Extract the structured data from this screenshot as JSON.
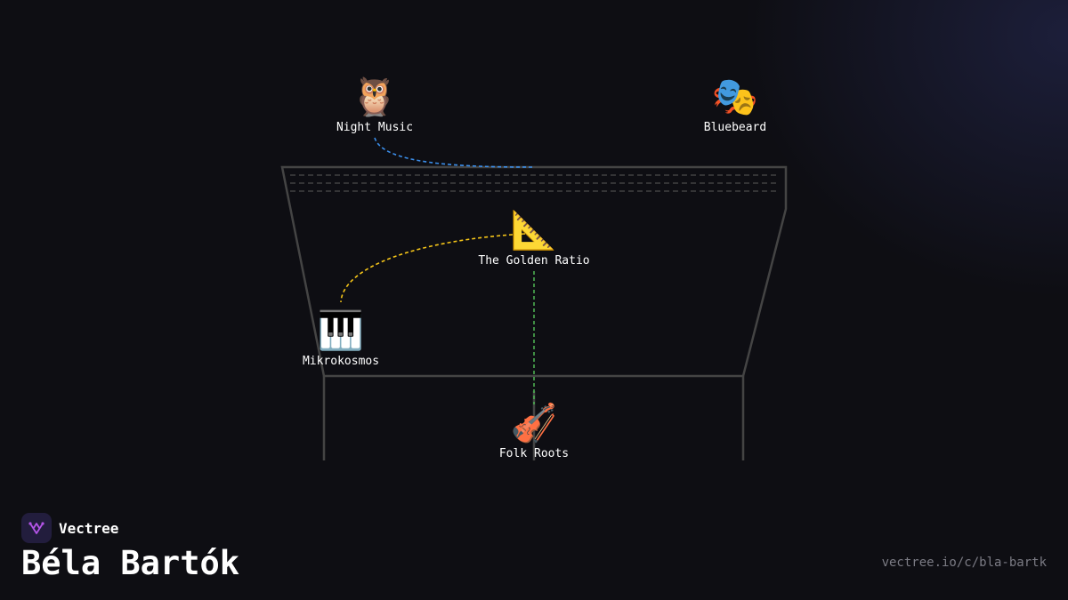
{
  "brand": {
    "name": "Vectree",
    "logo_icon": "vectree-logo-icon",
    "logo_color": "#221d3d",
    "logo_accent": "#b455e8"
  },
  "page": {
    "title": "Béla Bartók",
    "url": "vectree.io/c/bla-bartk"
  },
  "nodes": [
    {
      "id": "night-music",
      "label": "Night Music",
      "icon": "🦉",
      "icon_name": "owl-icon"
    },
    {
      "id": "bluebeard",
      "label": "Bluebeard",
      "icon": "🎭",
      "icon_name": "theater-masks-icon"
    },
    {
      "id": "golden-ratio",
      "label": "The Golden Ratio",
      "icon": "📐",
      "icon_name": "triangular-ruler-icon"
    },
    {
      "id": "mikrokosmos",
      "label": "Mikrokosmos",
      "icon": "🎹",
      "icon_name": "piano-keyboard-icon"
    },
    {
      "id": "folk-roots",
      "label": "Folk Roots",
      "icon": "🎻",
      "icon_name": "violin-icon"
    }
  ],
  "connections": [
    {
      "from": "night-music",
      "to": "golden-ratio",
      "color": "#3b8eea"
    },
    {
      "from": "golden-ratio",
      "to": "mikrokosmos",
      "color": "#f5c518"
    },
    {
      "from": "golden-ratio",
      "to": "folk-roots",
      "color": "#4caf50"
    }
  ],
  "colors": {
    "background": "#0e0e13",
    "outline": "#444444",
    "staff_lines": "#5a5a5a",
    "label": "#ffffff",
    "url": "#7b7b84"
  }
}
